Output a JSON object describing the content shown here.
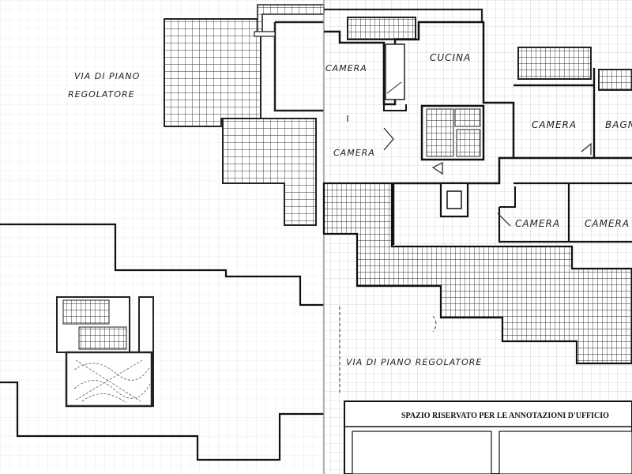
{
  "left_sheet": {
    "address_line1": "VIA DI PIANO",
    "address_line2": "REGOLATORE"
  },
  "right_sheet": {
    "rooms": {
      "camera_top_partial": "CAMERA",
      "cucina": "CUCINA",
      "camera_center_right": "CAMERA",
      "bagno_partial": "BAGNO",
      "camera_left": "CAMERA",
      "camera_lower_1": "CAMERA",
      "camera_lower_2": "CAMERA"
    },
    "address": "VIA DI PIANO REGOLATORE",
    "office_box_title": "SPAZIO RISERVATO PER LE ANNOTAZIONI D'UFFICIO"
  }
}
